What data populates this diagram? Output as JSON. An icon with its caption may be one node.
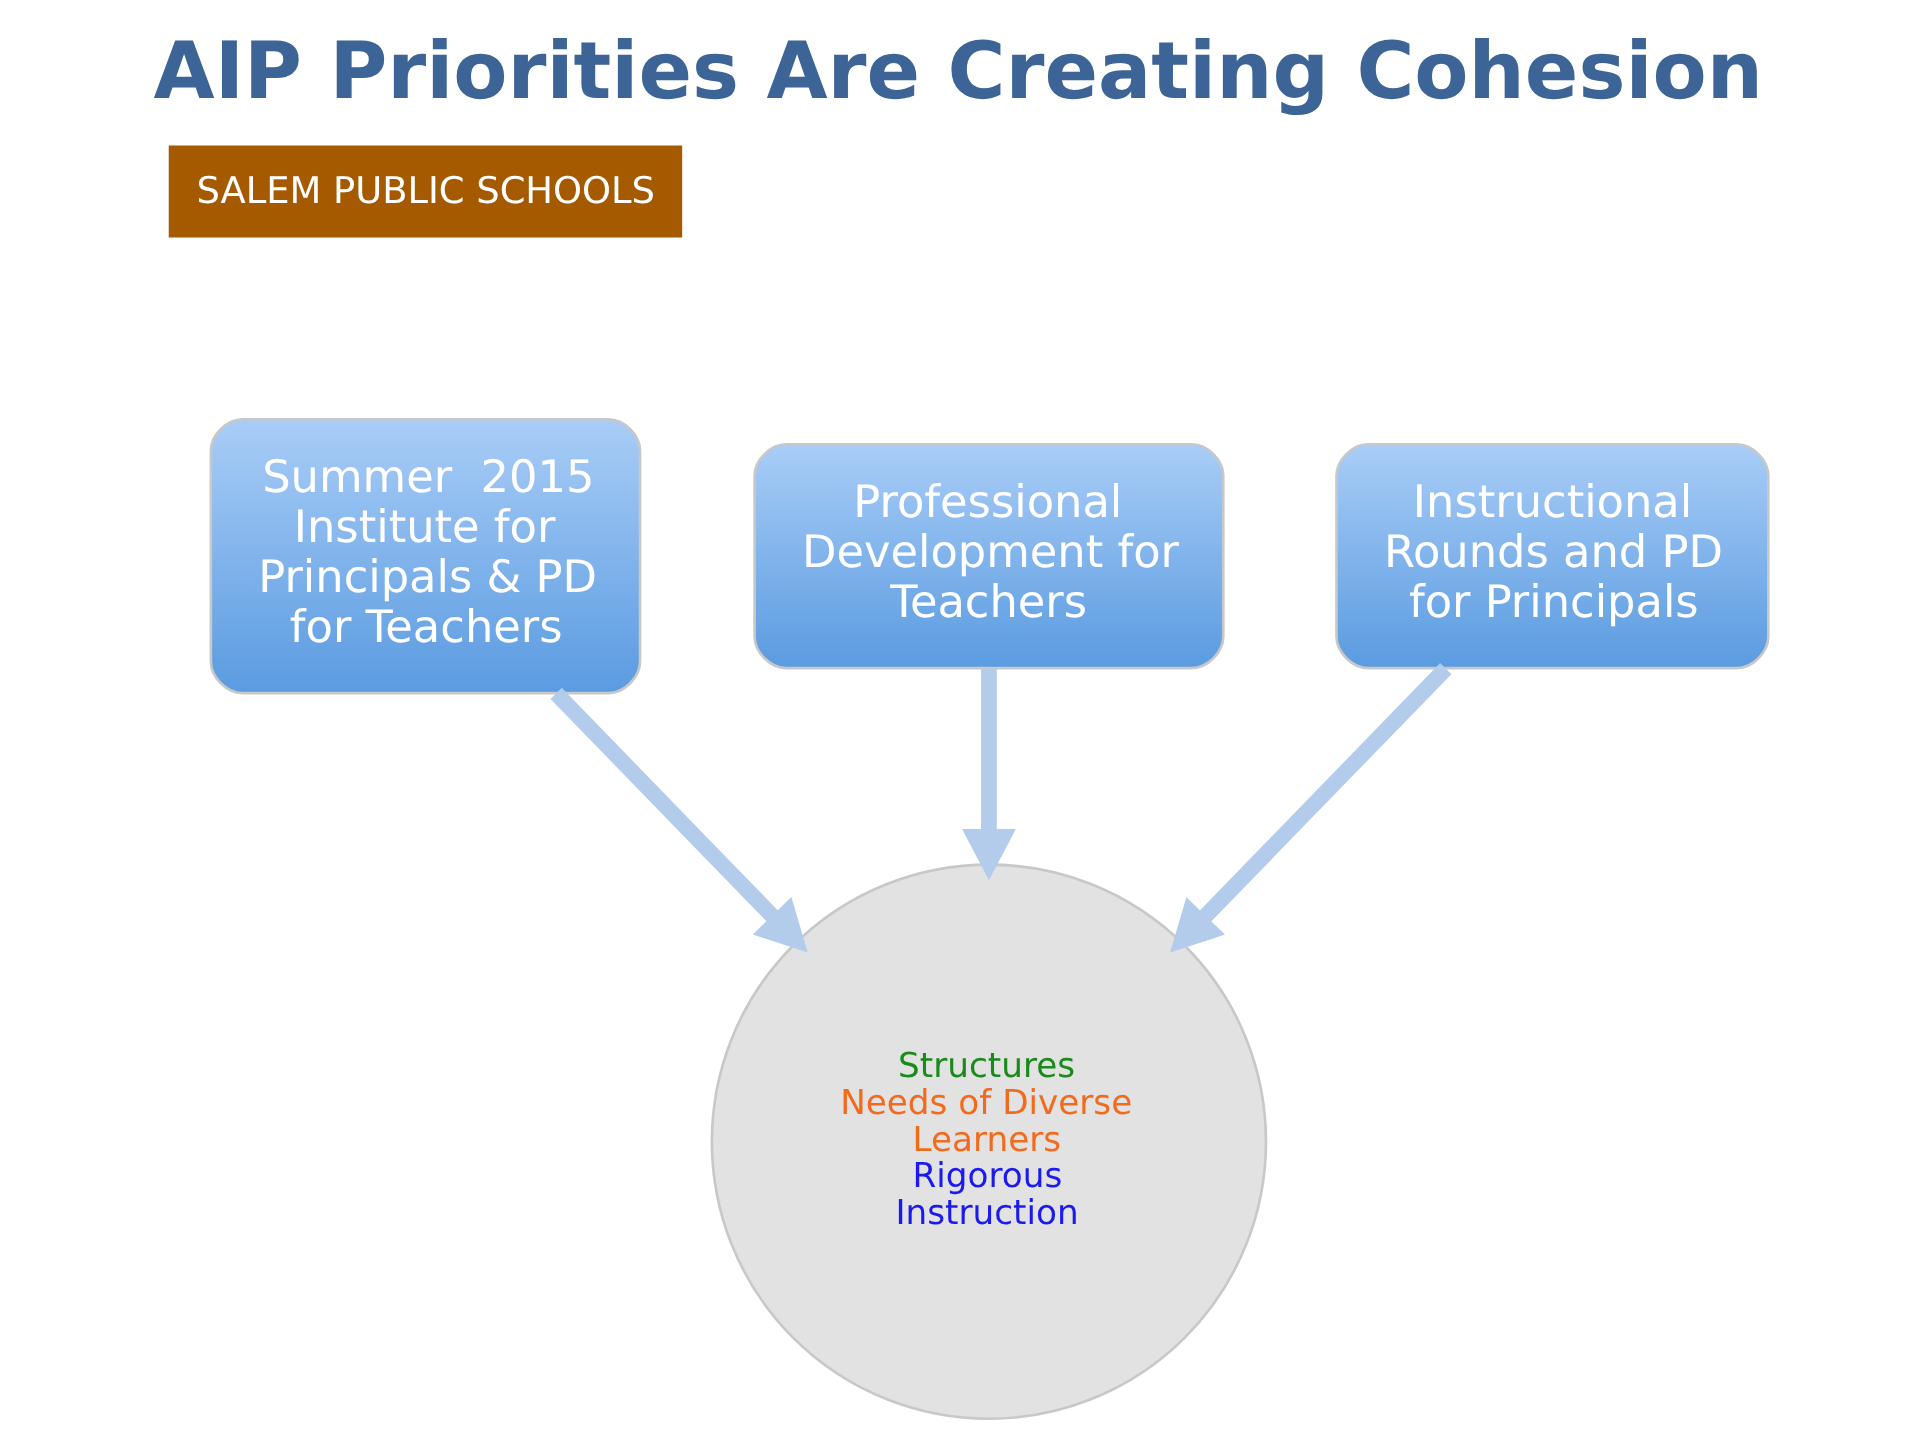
{
  "diagram": {
    "title": "AIP Priorities Are Creating Cohesion",
    "nodes": [
      {
        "text": [
          "Professional Development for Teachers"
        ]
      },
      {
        "text": [
          "Summer  2015 Institute for Principals & PD for Teachers"
        ]
      },
      {
        "text": [
          "Instructional Rounds and PD for Principals"
        ]
      },
      {
        "text": [
          "Structures",
          "Needs of Diverse Learners",
          "Rigorous",
          "Instruction"
        ]
      }
    ],
    "edges": [
      {
        "from": 0,
        "to": 3,
        "arrow": "to"
      },
      {
        "from": 1,
        "to": 3,
        "arrow": "to"
      },
      {
        "from": 2,
        "to": 3,
        "arrow": "to"
      }
    ],
    "labels": [
      "SALEM PUBLIC SCHOOLS"
    ]
  }
}
